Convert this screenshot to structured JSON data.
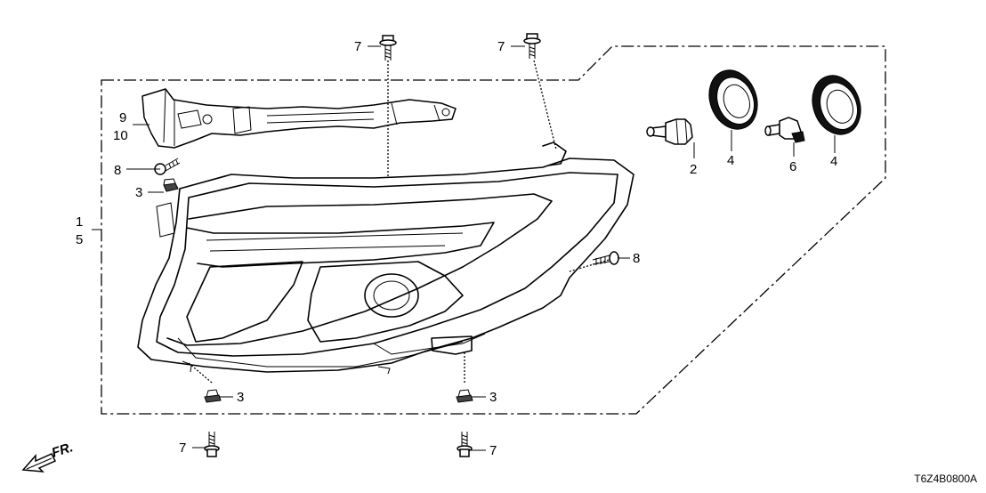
{
  "labels": {
    "p1": "1",
    "p5": "5",
    "p2": "2",
    "p4a": "4",
    "p4b": "4",
    "p6": "6",
    "p7_top_left": "7",
    "p7_top_right": "7",
    "p7_bottom_left": "7",
    "p7_bottom_right": "7",
    "p8_left": "8",
    "p8_right": "8",
    "p9": "9",
    "p10": "10",
    "p3_left": "3",
    "p3_bottom_left": "3",
    "p3_bottom_right": "3"
  },
  "direction_label": "FR.",
  "diagram_code": "T6Z4B0800A"
}
